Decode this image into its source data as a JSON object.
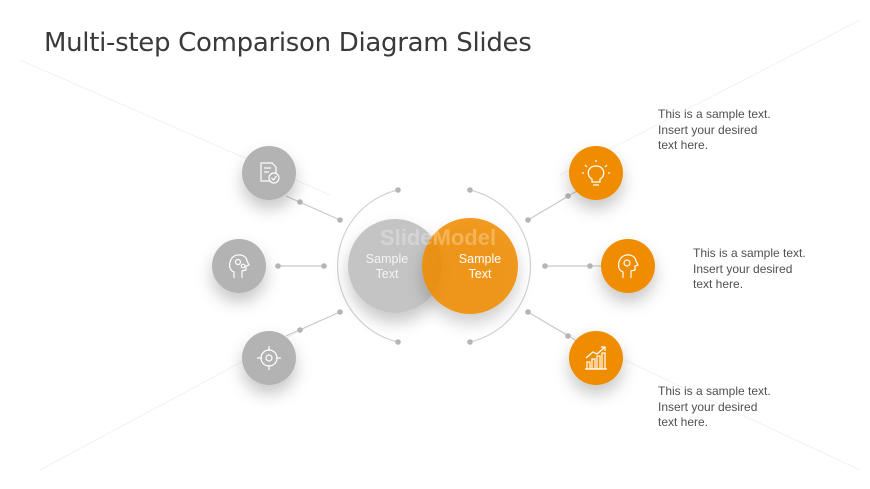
{
  "slide": {
    "title": "Multi-step Comparison Diagram Slides"
  },
  "center": {
    "left_label": [
      "Sample",
      "Text"
    ],
    "right_label": [
      "Sample",
      "Text"
    ]
  },
  "watermark": "SlideModel",
  "left_nodes": [
    {
      "icon": "document-check-icon"
    },
    {
      "icon": "head-gears-icon"
    },
    {
      "icon": "target-icon"
    }
  ],
  "right_nodes": [
    {
      "icon": "lightbulb-icon",
      "lines": [
        "This is a sample text.",
        "Insert your desired",
        "text here."
      ]
    },
    {
      "icon": "head-gear-icon",
      "lines": [
        "This is a sample text.",
        "Insert your desired",
        "text here."
      ]
    },
    {
      "icon": "growth-chart-icon",
      "lines": [
        "This is a sample text.",
        "Insert your desired",
        "text here."
      ]
    }
  ],
  "colors": {
    "gray": "#b3b3b3",
    "orange": "#ef8c05",
    "text": "#505050",
    "title": "#3a3a3a"
  }
}
